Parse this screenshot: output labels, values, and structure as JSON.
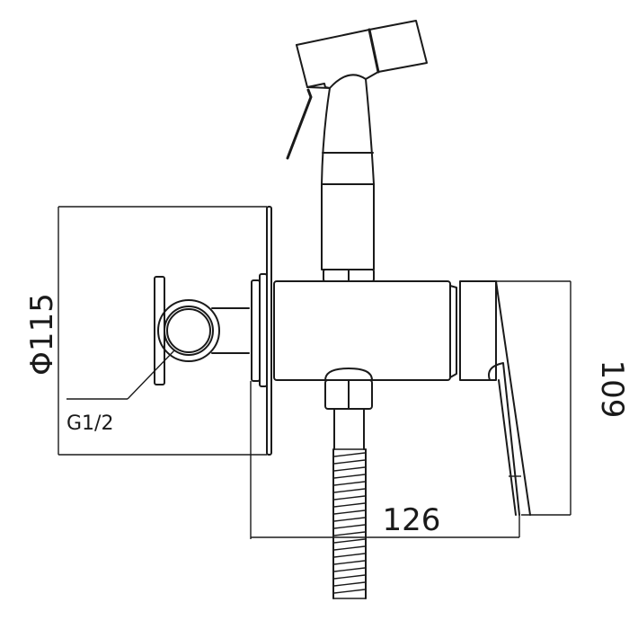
{
  "drawing": {
    "subject": "Wall-mounted bidet shower mixer technical drawing",
    "line_color": "#1a1a1a",
    "background": "#ffffff",
    "dimensions": {
      "plate_diameter": "Φ115",
      "body_height": "109",
      "body_depth": "126",
      "thread": "G1/2"
    }
  }
}
